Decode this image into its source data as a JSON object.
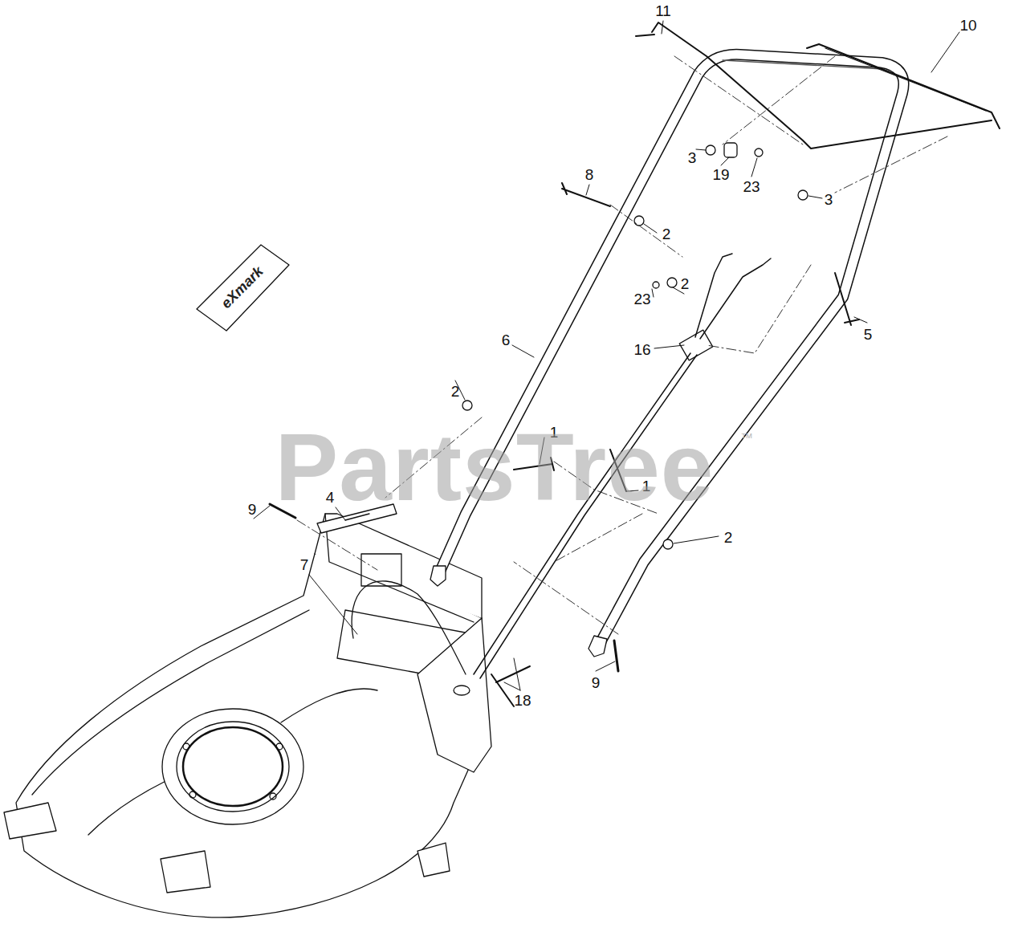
{
  "diagram": {
    "labels": [
      "11",
      "10",
      "3",
      "19",
      "23",
      "3",
      "8",
      "2",
      "2",
      "23",
      "16",
      "5",
      "6",
      "2",
      "1",
      "1",
      "9",
      "4",
      "2",
      "7",
      "9",
      "18",
      "PartsTree",
      "™",
      "eXmark"
    ]
  }
}
